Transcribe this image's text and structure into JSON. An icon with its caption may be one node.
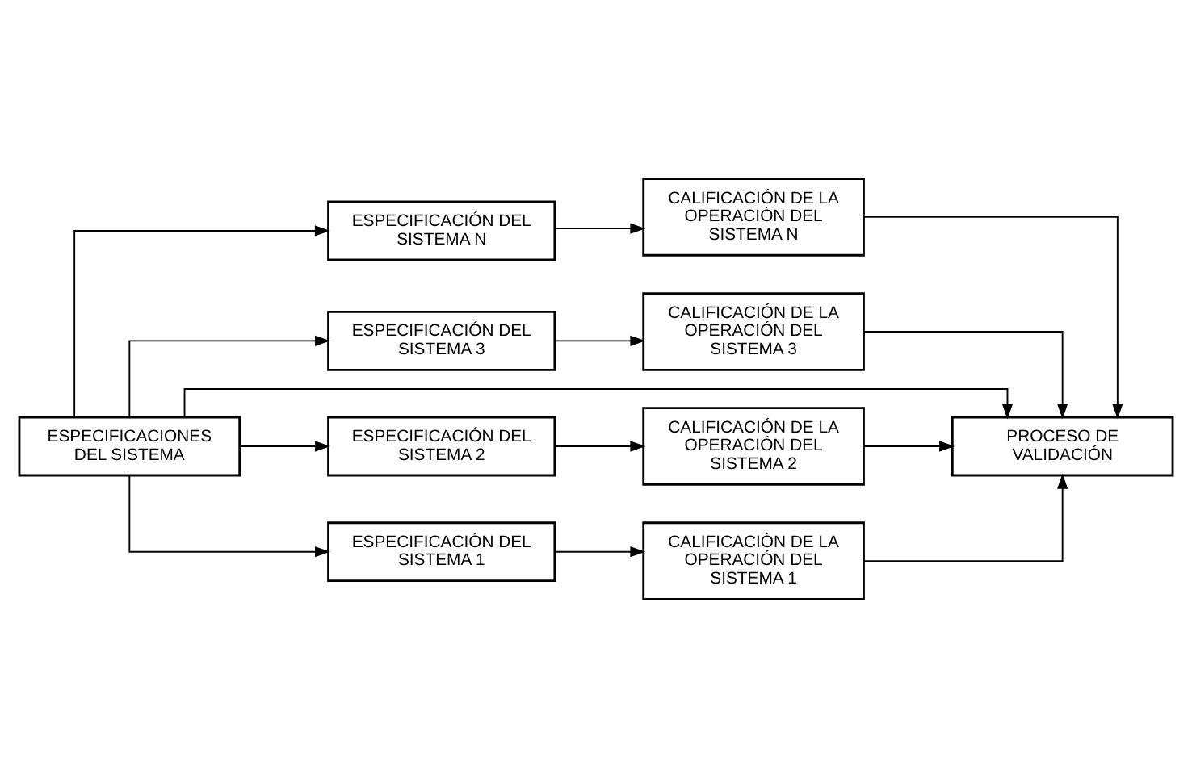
{
  "diagram": {
    "nodes": [
      {
        "text": [
          "ESPECIFICACIÓN DEL SISTEMA N"
        ]
      },
      {
        "text": [
          "CALIFICACIÓN DE LA OPERACIÓN DEL SISTEMA N"
        ]
      },
      {
        "text": [
          "ESPECIFICACIÓN DEL SISTEMA 3"
        ]
      },
      {
        "text": [
          "CALIFICACIÓN DE LA OPERACIÓN DEL SISTEMA 3"
        ]
      },
      {
        "text": [
          "ESPECIFICACIÓN DEL SISTEMA 2"
        ]
      },
      {
        "text": [
          "CALIFICACIÓN DE LA OPERACIÓN DEL SISTEMA 2"
        ]
      },
      {
        "text": [
          "ESPECIFICACIÓN DEL SISTEMA 1"
        ]
      },
      {
        "text": [
          "CALIFICACIÓN DE LA OPERACIÓN DEL SISTEMA 1"
        ]
      },
      {
        "text": [
          "ESPECIFICACIONES DEL SISTEMA"
        ]
      },
      {
        "text": [
          "PROCESO DE VALIDACIÓN"
        ]
      }
    ],
    "edges": [
      {
        "from": 8,
        "to": 0,
        "arrow": "to"
      },
      {
        "from": 8,
        "to": 2,
        "arrow": "to"
      },
      {
        "from": 8,
        "to": 4,
        "arrow": "to"
      },
      {
        "from": 8,
        "to": 6,
        "arrow": "to"
      },
      {
        "from": 0,
        "to": 1,
        "arrow": "to"
      },
      {
        "from": 2,
        "to": 3,
        "arrow": "to"
      },
      {
        "from": 4,
        "to": 5,
        "arrow": "to"
      },
      {
        "from": 6,
        "to": 7,
        "arrow": "to"
      },
      {
        "from": 1,
        "to": 9,
        "arrow": "to"
      },
      {
        "from": 3,
        "to": 9,
        "arrow": "to"
      },
      {
        "from": 5,
        "to": 9,
        "arrow": "to"
      },
      {
        "from": 7,
        "to": 9,
        "arrow": "to"
      },
      {
        "from": 8,
        "to": 9,
        "arrow": "to"
      }
    ]
  }
}
